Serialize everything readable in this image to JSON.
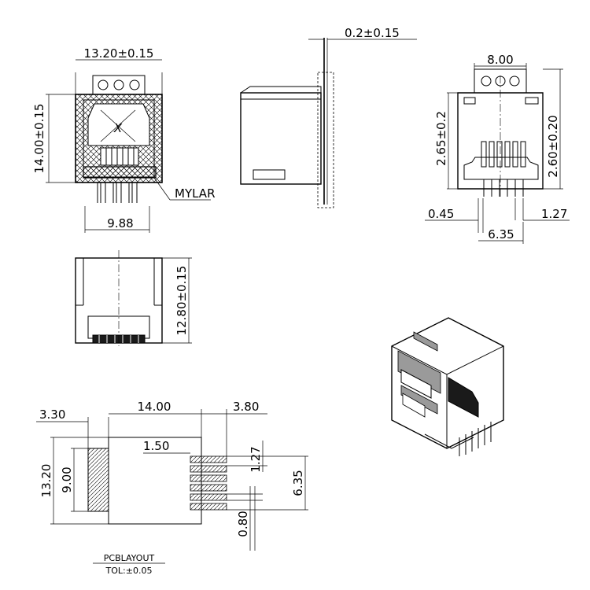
{
  "front_view": {
    "width_dim": "13.20±0.15",
    "height_dim": "14.00±0.15",
    "pin_span_dim": "9.88",
    "mylar_label": "MYLAR"
  },
  "side_view": {
    "thickness_dim": "0.2±0.15"
  },
  "back_view": {
    "top_width_dim": "8.00",
    "left_height_dim": "2.65±0.2",
    "right_height_dim": "2.60±0.20",
    "pin_dia_dim": "0.45",
    "pitch_dim": "1.27",
    "pin_span_dim": "6.35"
  },
  "bottom_view": {
    "height_dim": "12.80±0.15"
  },
  "pcb_layout": {
    "dim_left_offset": "3.30",
    "dim_body": "14.00",
    "dim_right_offset": "3.80",
    "dim_pad_len": "1.50",
    "dim_outer_height": "13.20",
    "dim_inner_height": "9.00",
    "dim_pitch": "1.27",
    "dim_pad_span": "6.35",
    "dim_pad_width": "0.80",
    "title": "PCBLAYOUT",
    "tolerance": "TOL:±0.05"
  }
}
